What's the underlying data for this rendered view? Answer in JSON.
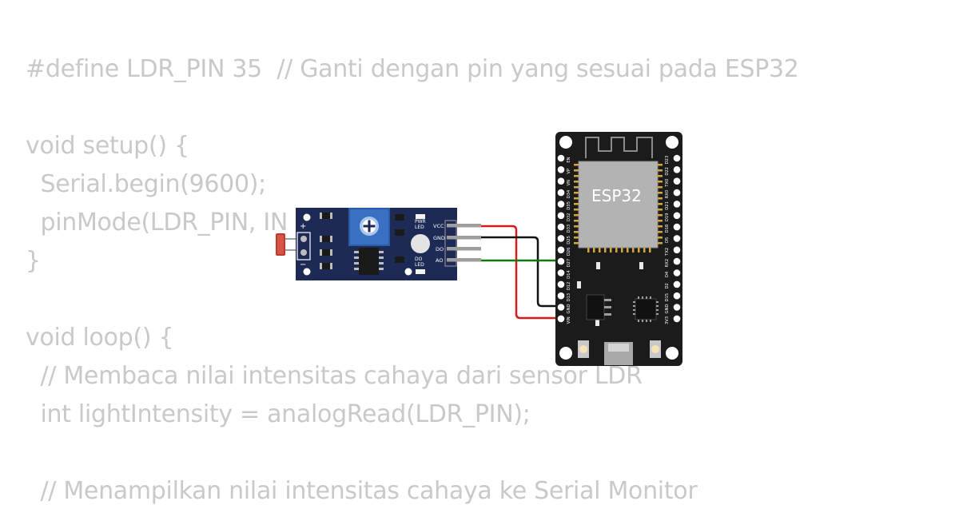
{
  "code": {
    "line1": "#define LDR_PIN 35  // Ganti dengan pin yang sesuai pada ESP32",
    "line2": "void setup() {",
    "line3": "  Serial.begin(9600);",
    "line4": "  pinMode(LDR_PIN, IN",
    "line5": "}",
    "line6": "void loop() {",
    "line7": "  // Membaca nilai intensitas cahaya dari sensor LDR",
    "line8": "  int lightIntensity = analogRead(LDR_PIN);",
    "line9": "  // Menampilkan nilai intensitas cahaya ke Serial Monitor"
  },
  "esp32": {
    "chip_label": "ESP32",
    "left_pins": [
      "EN",
      "VP",
      "VN",
      "D34",
      "D35",
      "D32",
      "D33",
      "D25",
      "D26",
      "D27",
      "D14",
      "D12",
      "D13",
      "GND",
      "VIN"
    ],
    "right_pins": [
      "D23",
      "D22",
      "TX0",
      "RX0",
      "D21",
      "D19",
      "D18",
      "D5",
      "TX2",
      "RX2",
      "D4",
      "D2",
      "D15",
      "GND",
      "3V3"
    ]
  },
  "ldr_module": {
    "plus_label": "+",
    "minus_label": "−",
    "pwr_led_label_1": "PWR",
    "pwr_led_label_2": "LED",
    "do_led_label_1": "DO",
    "do_led_label_2": "LED",
    "pins": [
      "VCC",
      "GND",
      "DO",
      "AO"
    ]
  },
  "colors": {
    "code_text": "#c9c9c9",
    "board_black": "#1b1b1b",
    "module_blue": "#1c2a55",
    "wire_red": "#d81b1b",
    "wire_black": "#111111",
    "wire_green": "#0f7a0f"
  }
}
